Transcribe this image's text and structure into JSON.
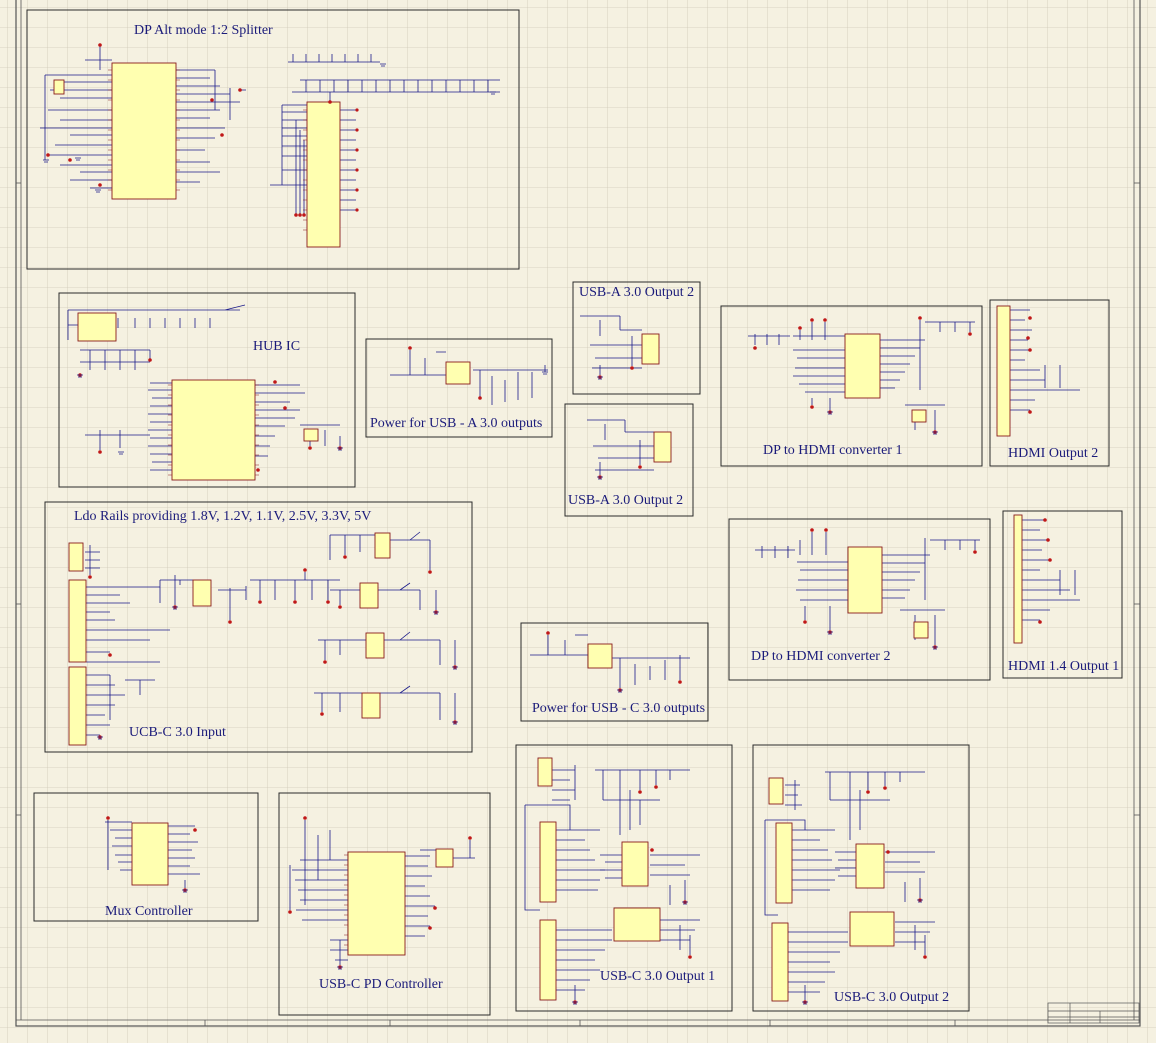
{
  "sheet": {
    "background": "#f5f1e1",
    "grid_color": "#c9c4b3",
    "wire_color": "#1b1b8a",
    "part_fill": "#ffffb0",
    "part_stroke": "#8a1b1b",
    "pin_dot_color": "#c01818"
  },
  "blocks": [
    {
      "id": "dp-alt-mode-splitter",
      "label": "DP Alt mode 1:2 Splitter"
    },
    {
      "id": "hub-ic",
      "label": "HUB IC"
    },
    {
      "id": "power-usb-a",
      "label": "Power for USB - A 3.0 outputs"
    },
    {
      "id": "usb-a-output-2-top",
      "label": "USB-A 3.0 Output 2"
    },
    {
      "id": "usb-a-output-2-bottom",
      "label": "USB-A 3.0 Output 2"
    },
    {
      "id": "dp-hdmi-converter-1",
      "label": "DP to HDMI converter 1"
    },
    {
      "id": "hdmi-output-2",
      "label": "HDMI Output 2"
    },
    {
      "id": "ldo-rails",
      "label": "Ldo Rails providing 1.8V, 1.2V, 1.1V, 2.5V, 3.3V,  5V"
    },
    {
      "id": "ucb-c-input",
      "label": "UCB-C 3.0 Input"
    },
    {
      "id": "dp-hdmi-converter-2",
      "label": "DP to HDMI converter 2"
    },
    {
      "id": "hdmi-14-output-1",
      "label": "HDMI 1.4 Output 1"
    },
    {
      "id": "power-usb-c",
      "label": "Power for USB - C 3.0 outputs"
    },
    {
      "id": "mux-controller",
      "label": "Mux Controller"
    },
    {
      "id": "usb-c-pd-controller",
      "label": "USB-C PD Controller"
    },
    {
      "id": "usb-c-output-1",
      "label": "USB-C 3.0 Output 1"
    },
    {
      "id": "usb-c-output-2",
      "label": "USB-C 3.0 Output 2"
    }
  ]
}
